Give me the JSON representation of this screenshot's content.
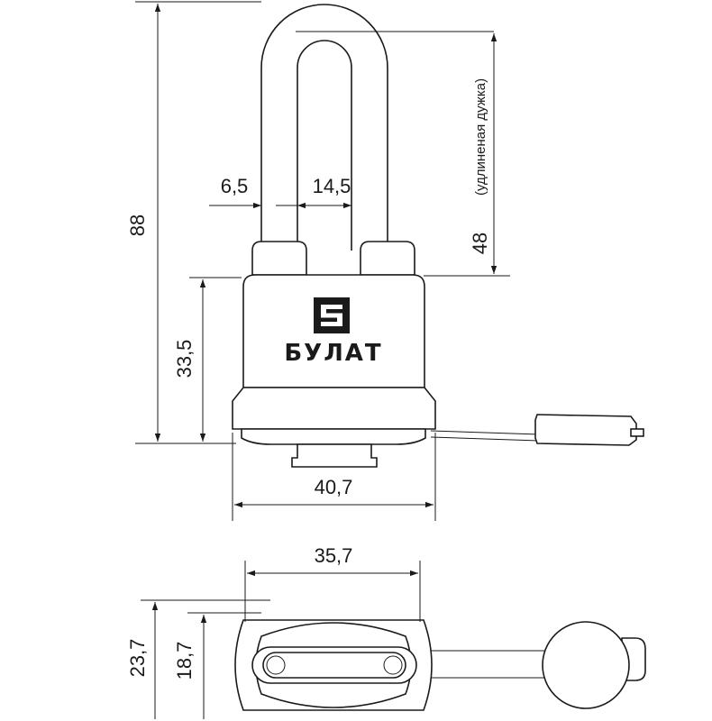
{
  "brand": {
    "name": "БУЛАТ",
    "logo_icon": "square-s-logo-icon"
  },
  "dimensions": {
    "total_height": "88",
    "shackle_height": "48",
    "shackle_note": "(удлиненая дужка)",
    "shackle_thickness": "6,5",
    "shackle_inner_width": "14,5",
    "body_height": "33,5",
    "body_width": "40,7",
    "top_length": "35,7",
    "top_outer_width": "23,7",
    "top_inner_width": "18,7"
  },
  "colors": {
    "line": "#1a1a1a",
    "background": "#ffffff"
  }
}
